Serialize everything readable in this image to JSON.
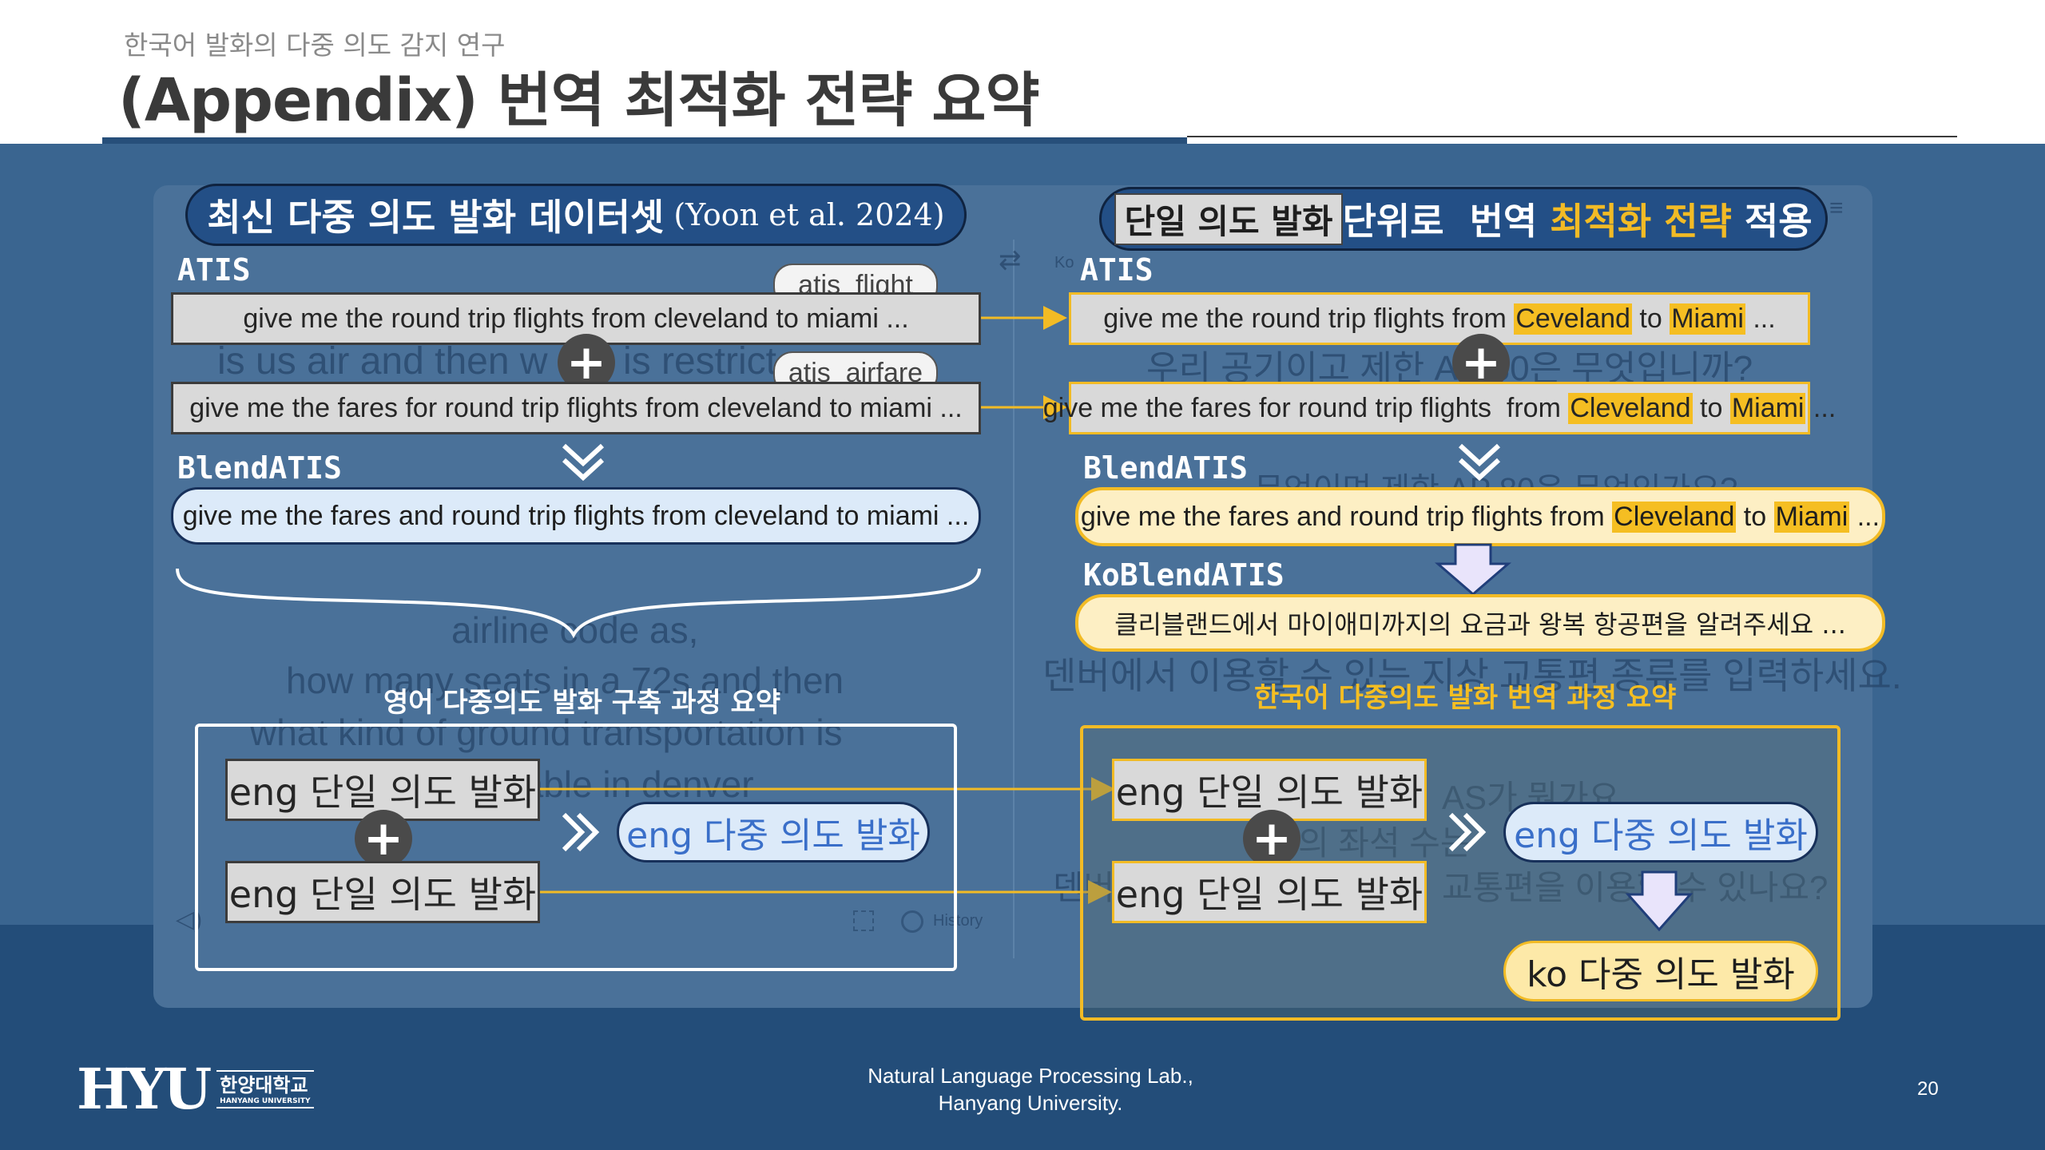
{
  "header": {
    "kicker": "한국어 발화의 다중 의도 감지 연구",
    "title": "(Appendix) 번역 최적화 전략 요약"
  },
  "left_panel": {
    "title": "최신 다중 의도 발화 데이터셋",
    "citation": "(Yoon et al. 2024)",
    "atis_label": "ATIS",
    "blend_label": "BlendATIS",
    "tag_flight": "atis_flight",
    "tag_airfare": "atis_airfare",
    "utterance_1": "give me the round trip flights from cleveland to miami ...",
    "utterance_2": "give me the fares for round trip flights  from cleveland to miami ...",
    "blended": "give me the fares and round trip flights from cleveland to miami ...",
    "summary_title": "영어 다중의도 발화 구축 과정 요약",
    "eng_single_1": "eng 단일 의도 발화",
    "eng_single_2": "eng 단일 의도 발화",
    "eng_multi": "eng 다중 의도 발화"
  },
  "right_panel": {
    "title_boxed": "단일 의도 발화",
    "title_mid": "단위로  번역 ",
    "title_highlight": "최적화 전략",
    "title_end": " 적용",
    "atis_label": "ATIS",
    "blend_label": "BlendATIS",
    "koblend_label": "KoBlendATIS",
    "u1_pre": "give me the round trip flights from ",
    "u1_city1": "Ceveland",
    "u1_mid": " to ",
    "u1_city2": "Miami",
    "u1_post": " ...",
    "u2_pre": "give me the fares for round trip flights  from ",
    "u2_city1": "Cleveland",
    "u2_mid": " to ",
    "u2_city2": "Miami",
    "u2_post": " ...",
    "b_pre": "give me the fares and round trip flights from ",
    "b_city1": "Cleveland",
    "b_mid": " to ",
    "b_city2": "Miami",
    "b_post": " ...",
    "korean": "클리블랜드에서 마이애미까지의 요금과 왕복 항공편을 알려주세요 ...",
    "summary_title": "한국어 다중의도 발화 번역 과정 요약",
    "eng_single_1": "eng 단일 의도 발화",
    "eng_single_2": "eng 단일 의도 발화",
    "eng_multi": "eng 다중 의도 발화",
    "ko_multi": "ko 다중 의도 발화"
  },
  "background_ghost": {
    "g1": "is us air and then w",
    "g2": "is restrict",
    "g3": "airline code as,",
    "g4": "how many seats in a 72s and then",
    "g5": "what kind of ground transportation is",
    "g6": "available in denver",
    "g7": "우리 공기이고 제한 AP 80은 무엇입니까?",
    "g8": "무엇이며 제한 AP 80은 무엇인가요?",
    "g9": "덴버에서 이용할 수 있는 지상 교통편 종류를 입력하세요.",
    "g10": "AS가 뭔가요",
    "g11": "의 좌석 수는",
    "g12": "덴버",
    "g13": "교통편을 이용할 수 있나요?",
    "history": "History",
    "ko_tab": "Ko"
  },
  "footer": {
    "logo_text": "HYU",
    "logo_korean": "한양대학교",
    "logo_english": "HANYANG UNIVERSITY",
    "lab_line1": "Natural Language Processing Lab.,",
    "lab_line2": "Hanyang University.",
    "page_number": "20"
  },
  "colors": {
    "accent_yellow": "#f2bb25",
    "dark_navy": "#234d79",
    "body_blue": "#3a6590",
    "light_blue": "#dceaf9",
    "multi_blue_text": "#3a6fc9"
  }
}
